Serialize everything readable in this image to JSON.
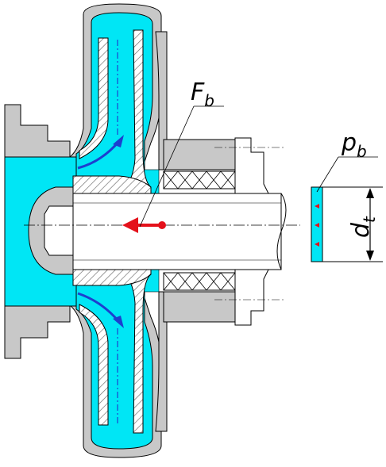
{
  "labels": {
    "force_symbol": "F",
    "force_subscript": "b",
    "pressure_symbol": "p",
    "pressure_subscript": "b",
    "diameter_symbol": "d",
    "diameter_subscript": "t"
  },
  "colors": {
    "fluid": "#00e6f5",
    "housing": "#c8c8c8",
    "outline": "#000000",
    "hatch": "#6a6a6a",
    "flow_arrow": "#1d3fcf",
    "force_arrow": "#e4111b",
    "background": "#ffffff"
  },
  "icons": {
    "force_arrow": "red-arrow-left",
    "flow_arrows": "blue-curved-arrow",
    "pressure_arrows": "red-small-arrow-left"
  }
}
